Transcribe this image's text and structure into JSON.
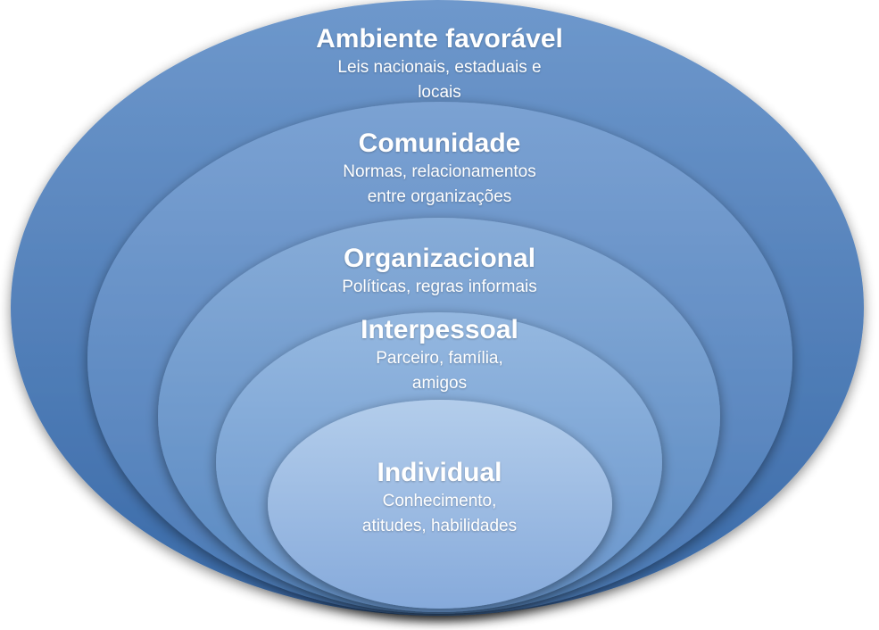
{
  "layers": [
    {
      "title": "Ambiente favorável",
      "description_lines": [
        "Leis nacionais, estaduais e",
        "locais"
      ],
      "fill_top": "#6e98cc",
      "fill_bottom": "#3a6aa8"
    },
    {
      "title": "Comunidade",
      "description_lines": [
        "Normas, relacionamentos",
        "entre organizações"
      ],
      "fill_top": "#7ba2d3",
      "fill_bottom": "#4a79b5"
    },
    {
      "title": "Organizacional",
      "description_lines": [
        "Políticas, regras informais"
      ],
      "fill_top": "#87acd8",
      "fill_bottom": "#5787c0"
    },
    {
      "title": "Interpessoal",
      "description_lines": [
        "Parceiro, família,",
        "amigos"
      ],
      "fill_top": "#95b8e0",
      "fill_bottom": "#6794cb"
    },
    {
      "title": "Individual",
      "description_lines": [
        "Conhecimento,",
        "atitudes, habilidades"
      ],
      "fill_top": "#b3cdeb",
      "fill_bottom": "#86aadb"
    }
  ]
}
